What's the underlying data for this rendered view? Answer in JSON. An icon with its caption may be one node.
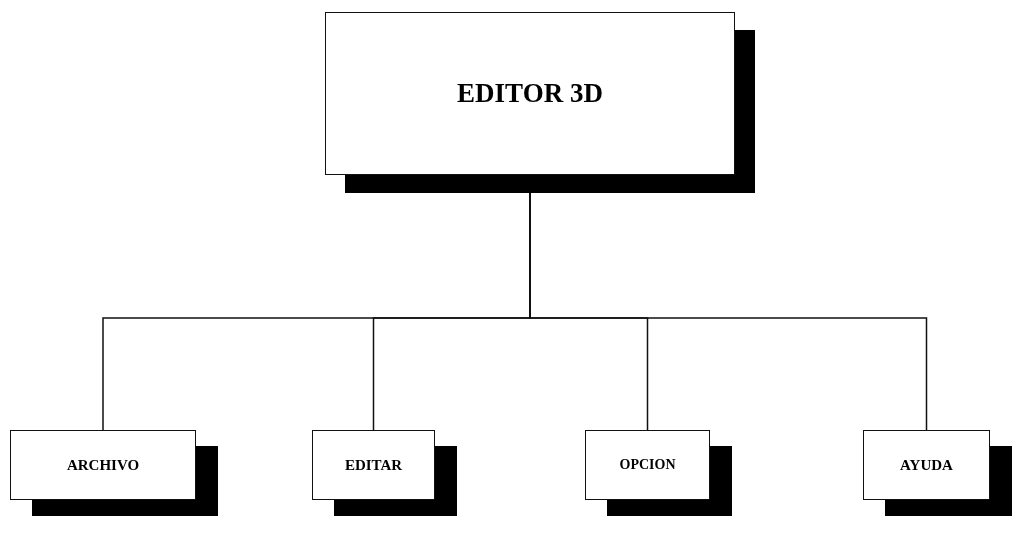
{
  "diagram": {
    "nodes": [
      {
        "text": [
          "EDITOR 3D"
        ]
      },
      {
        "text": [
          "ARCHIVO"
        ]
      },
      {
        "text": [
          "EDITAR"
        ]
      },
      {
        "text": [
          "OPCION"
        ]
      },
      {
        "text": [
          "AYUDA"
        ]
      }
    ],
    "edges": [
      {
        "from": 0,
        "to": 1,
        "arrow": "none"
      },
      {
        "from": 0,
        "to": 2,
        "arrow": "none"
      },
      {
        "from": 0,
        "to": 3,
        "arrow": "none"
      },
      {
        "from": 0,
        "to": 4,
        "arrow": "none"
      }
    ]
  }
}
